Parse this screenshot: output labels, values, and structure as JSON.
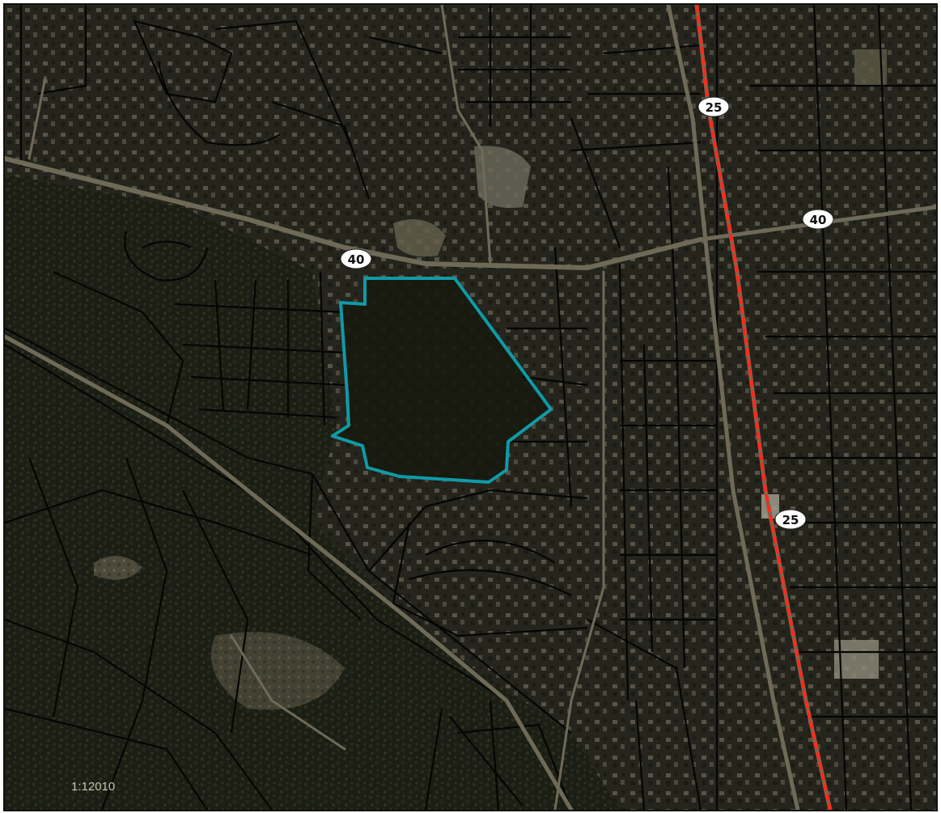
{
  "map": {
    "type": "aerial parcel map",
    "highway_labels": {
      "us25_north": "25",
      "us25_south": "25",
      "rt40_west": "40",
      "rt40_east": "40"
    },
    "scale_text": "1:12010",
    "colors": {
      "parcel_outline": "#0f9aa8",
      "highway_line": "#ff2a1a",
      "road": "#6f6a58",
      "vegetation_dark": "#1b1f14",
      "vegetation_mid": "#2c2e22",
      "clearing": "#7c7560",
      "property_lines": "#050505",
      "shield_fill": "#ffffff"
    }
  }
}
